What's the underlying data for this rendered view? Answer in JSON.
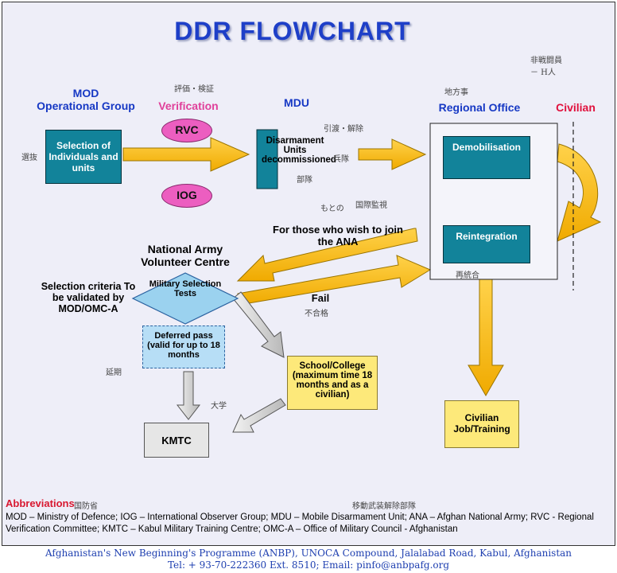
{
  "title": "DDR FLOWCHART",
  "columns": {
    "mod": "MOD\nOperational Group",
    "verification": "Verification",
    "mdu": "MDU",
    "regional_office": "Regional Office",
    "civilian": "Civilian"
  },
  "boxes": {
    "selection": "Selection of Individuals and units",
    "rvc": "RVC",
    "iog": "IOG",
    "disarmament": "Disarmament Units decommissioned",
    "demobilisation": "Demobilisation",
    "reintegration": "Reintegration",
    "military_tests": "Military Selection Tests",
    "deferred": "Deferred pass (valid for up to 18 months",
    "school": "School/College (maximum time 18 months and as a civilian)",
    "kmtc": "KMTC",
    "civilian_job": "Civilian Job/Training"
  },
  "labels": {
    "join_ana": "For those who wish to join the ANA",
    "navc": "National Army Volunteer Centre",
    "criteria": "Selection criteria To be validated by MOD/OMC-A",
    "fail": "Fail"
  },
  "handwriting": {
    "h1": "非戦闘員\n－ H人",
    "h2": "地方事",
    "h3": "評価・検証",
    "h4": "引渡・解除",
    "h5": "兵隊",
    "h6": "部隊",
    "h7": "選抜",
    "h8": "もとの",
    "h9": "国際監視",
    "h10": "不合格",
    "h11": "延期",
    "h12": "再統合",
    "h13": "国防省",
    "h14": "移動武装解除部隊",
    "h15": "大学"
  },
  "abbreviations": {
    "title": "Abbreviations",
    "text": "MOD – Ministry of Defence; IOG – International Observer Group; MDU – Mobile Disarmament Unit; ANA – Afghan National Army; RVC - Regional Verification Committee; KMTC – Kabul Military Training Centre; OMC-A – Office of Military Council - Afghanistan"
  },
  "footer": {
    "line1": "Afghanistan's New Beginning's Programme (ANBP), UNOCA Compound, Jalalabad Road, Kabul, Afghanistan",
    "line2": "Tel: + 93-70-222360 Ext. 8510; Email: pinfo@anbpafg.org"
  },
  "colors": {
    "arrow_yellow": "#f5b800",
    "teal": "#12839a",
    "pink": "#ec5ec0",
    "title_blue": "#1e3fc8"
  }
}
